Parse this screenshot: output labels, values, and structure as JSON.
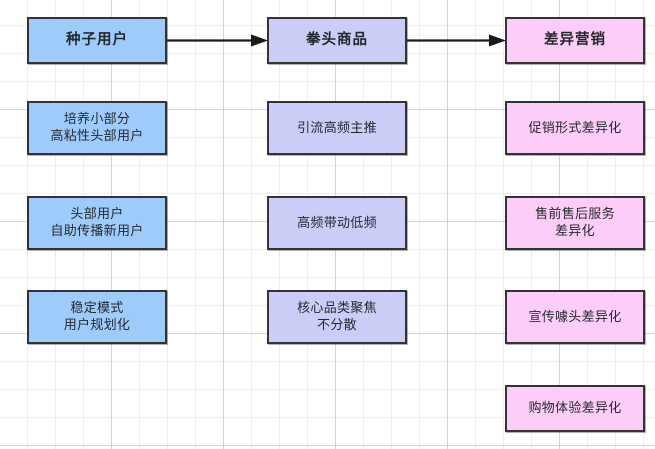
{
  "diagram": {
    "title_row": {
      "nodes": [
        {
          "id": "seed-users",
          "label": "种子用户",
          "color": "#9ecbfa"
        },
        {
          "id": "flagship-product",
          "label": "拳头商品",
          "color": "#cccdf7"
        },
        {
          "id": "differentiated-marketing",
          "label": "差异营销",
          "color": "#fccdf8"
        }
      ]
    },
    "connectors": [
      {
        "id": "arrow-seed-to-flagship",
        "from": "seed-users",
        "to": "flagship-product",
        "style": "solid-arrow"
      },
      {
        "id": "arrow-flagship-to-marketing",
        "from": "flagship-product",
        "to": "differentiated-marketing",
        "style": "solid-arrow"
      }
    ],
    "columns": [
      {
        "id": "column-seed-users",
        "color": "#9ecbfa",
        "items": [
          {
            "id": "cultivate-sticky-head-users",
            "label": "培养小部分\n高粘性头部用户"
          },
          {
            "id": "head-users-spread-new-users",
            "label": "头部用户\n自助传播新用户"
          },
          {
            "id": "stable-mode-user-planning",
            "label": "稳定模式\n用户规划化"
          }
        ]
      },
      {
        "id": "column-flagship-product",
        "color": "#cccdf7",
        "items": [
          {
            "id": "traffic-high-frequency-push",
            "label": "引流高频主推"
          },
          {
            "id": "high-frequency-drives-low",
            "label": "高频带动低频"
          },
          {
            "id": "core-category-focus",
            "label": "核心品类聚焦\n不分散"
          }
        ]
      },
      {
        "id": "column-differentiated-marketing",
        "color": "#fccdf8",
        "items": [
          {
            "id": "promotion-format-differentiation",
            "label": "促销形式差异化"
          },
          {
            "id": "pre-post-sales-service-differentiation",
            "label": "售前售后服务\n差异化"
          },
          {
            "id": "promotion-gimmick-differentiation",
            "label": "宣传噱头差异化"
          },
          {
            "id": "shopping-experience-differentiation",
            "label": "购物体验差异化"
          }
        ]
      }
    ]
  }
}
